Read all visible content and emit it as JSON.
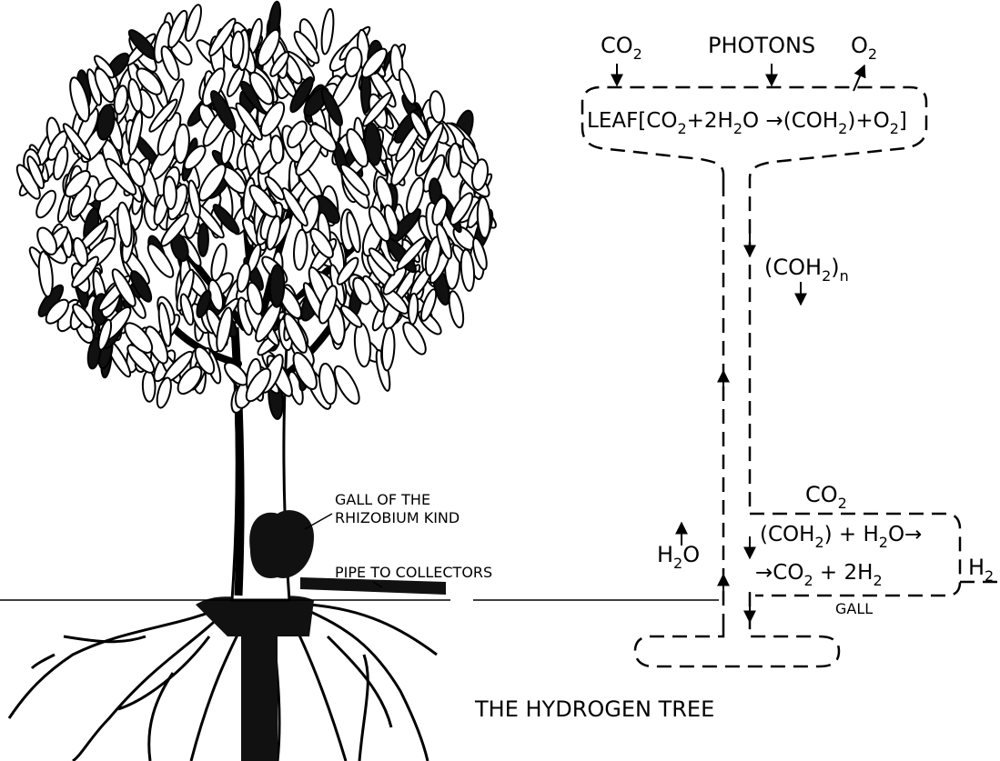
{
  "caption": "THE HYDROGEN TREE",
  "tree_labels": {
    "gall": [
      "GALL OF THE",
      "RHIZOBIUM KIND"
    ],
    "pipe": "PIPE  TO COLLECTORS"
  },
  "inputs": {
    "co2": {
      "base": "CO",
      "sub": "2"
    },
    "photons": "PHOTONS",
    "o2": {
      "base": "O",
      "sub": "2"
    }
  },
  "leaf_reaction": {
    "prefix": "LEAF[CO",
    "s1": "2",
    "part2": "+2H",
    "s2": "2",
    "part3": "O →(COH",
    "s3": "2",
    "part4": ")+O",
    "s4": "2",
    "suffix": "]"
  },
  "transport": {
    "base": "(COH",
    "sub": "2",
    "close": ")",
    "n": "n"
  },
  "water": {
    "base": "H",
    "sub": "2",
    "tail": "O"
  },
  "gall_box": {
    "co2_base": "CO",
    "co2_sub": "2",
    "line1": {
      "a": "(COH",
      "s1": "2",
      "b": ") + H",
      "s2": "2",
      "c": "O→"
    },
    "line2": {
      "a": "→CO",
      "s1": "2",
      "b": " + 2H",
      "s2": "2"
    },
    "label": "GALL"
  },
  "h2_output": {
    "base": "H",
    "sub": "2"
  }
}
